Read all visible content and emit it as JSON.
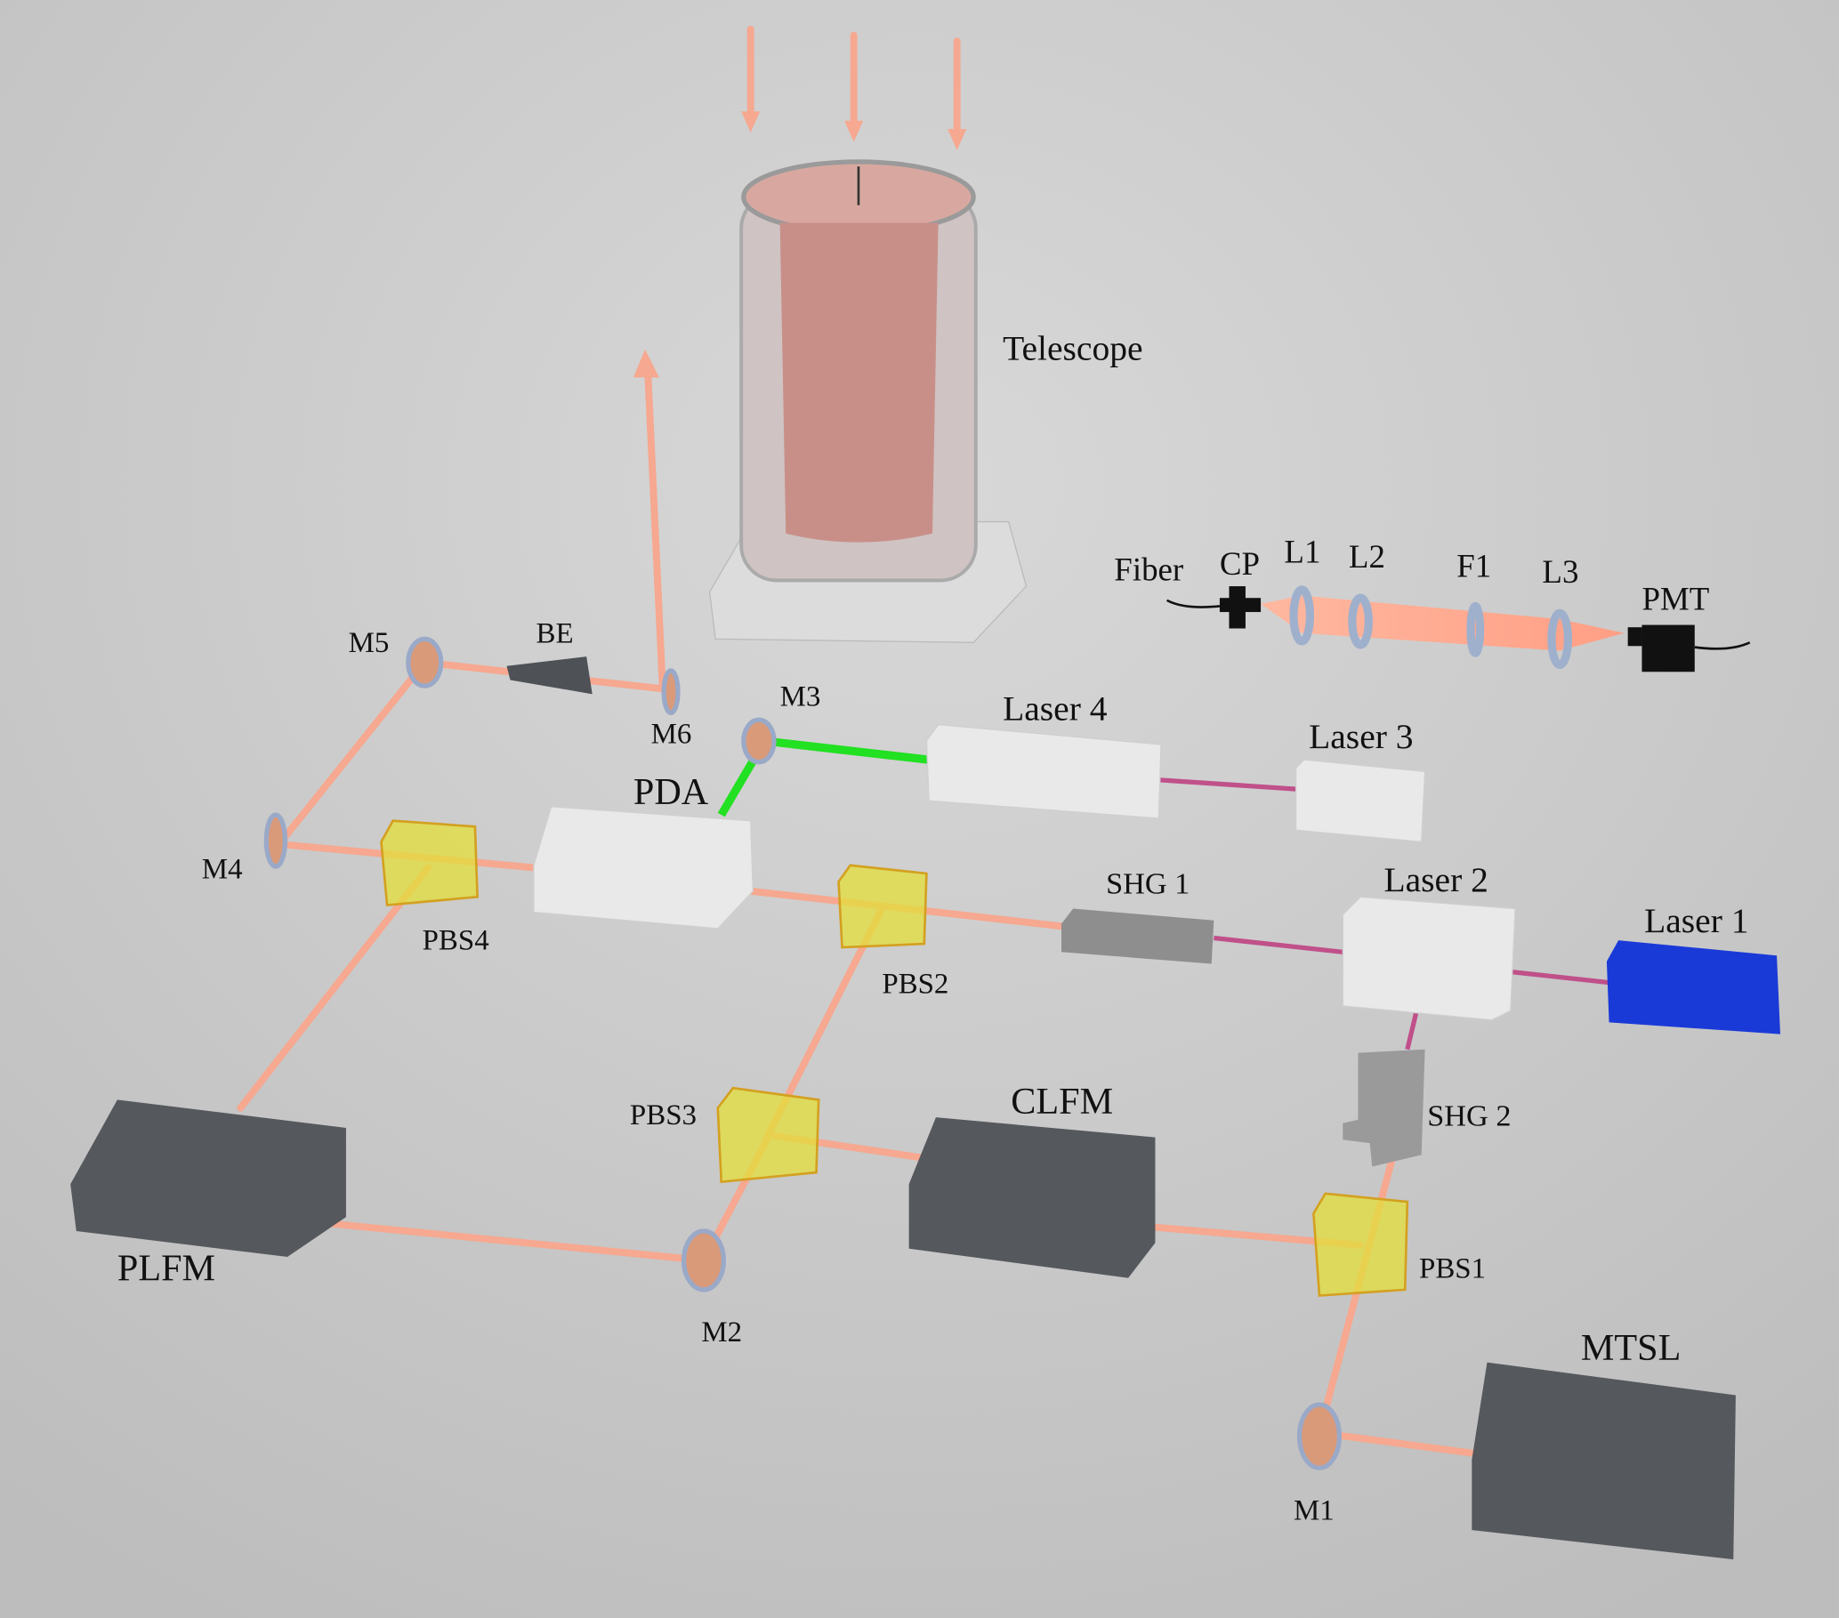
{
  "labels": {
    "telescope": "Telescope",
    "fiber": "Fiber",
    "cp": "CP",
    "l1": "L1",
    "l2": "L2",
    "f1": "F1",
    "l3": "L3",
    "pmt": "PMT",
    "m5": "M5",
    "be": "BE",
    "m6": "M6",
    "m3": "M3",
    "laser4": "Laser 4",
    "laser3": "Laser 3",
    "pda": "PDA",
    "m4": "M4",
    "pbs4": "PBS4",
    "pbs2": "PBS2",
    "shg1": "SHG 1",
    "laser2": "Laser 2",
    "laser1": "Laser 1",
    "shg2": "SHG 2",
    "pbs3": "PBS3",
    "clfm": "CLFM",
    "plfm": "PLFM",
    "m2": "M2",
    "pbs1": "PBS1",
    "m1": "M1",
    "mtsl": "MTSL"
  },
  "colors": {
    "background": "#c9c9c9",
    "beam_red": "#f6a890",
    "beam_green": "#22e022",
    "fiber_pink": "#c0508a",
    "laser1_blue": "#1a3ad8"
  }
}
